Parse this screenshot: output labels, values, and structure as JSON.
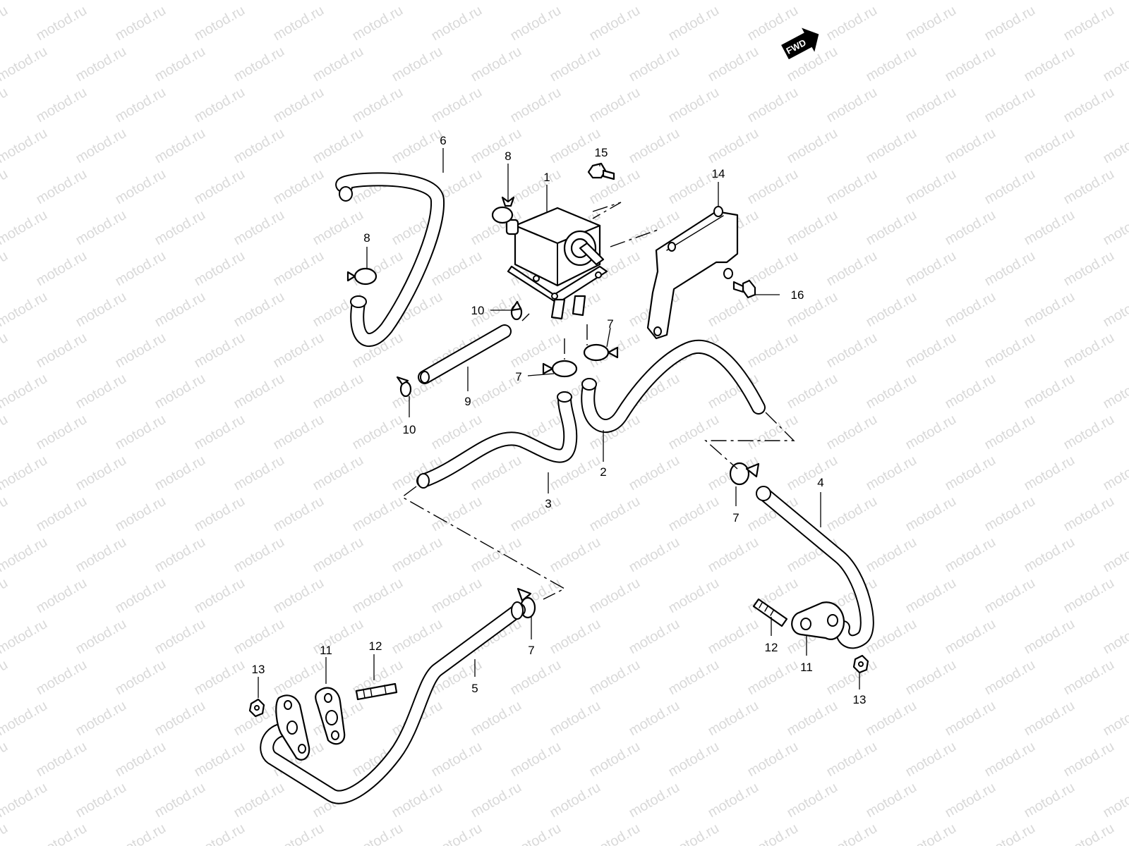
{
  "watermark": {
    "text": "motod.ru"
  },
  "direction_badge": {
    "label": "FWD"
  },
  "callouts": [
    {
      "id": "c1",
      "label": "1"
    },
    {
      "id": "c2",
      "label": "2"
    },
    {
      "id": "c3",
      "label": "3"
    },
    {
      "id": "c4",
      "label": "4"
    },
    {
      "id": "c5",
      "label": "5"
    },
    {
      "id": "c6",
      "label": "6"
    },
    {
      "id": "c7a",
      "label": "7"
    },
    {
      "id": "c7b",
      "label": "7"
    },
    {
      "id": "c7c",
      "label": "7"
    },
    {
      "id": "c7d",
      "label": "7"
    },
    {
      "id": "c8a",
      "label": "8"
    },
    {
      "id": "c8b",
      "label": "8"
    },
    {
      "id": "c9",
      "label": "9"
    },
    {
      "id": "c10a",
      "label": "10"
    },
    {
      "id": "c10b",
      "label": "10"
    },
    {
      "id": "c11a",
      "label": "11"
    },
    {
      "id": "c11b",
      "label": "11"
    },
    {
      "id": "c12a",
      "label": "12"
    },
    {
      "id": "c12b",
      "label": "12"
    },
    {
      "id": "c13a",
      "label": "13"
    },
    {
      "id": "c13b",
      "label": "13"
    },
    {
      "id": "c14",
      "label": "14"
    },
    {
      "id": "c15",
      "label": "15"
    },
    {
      "id": "c16",
      "label": "16"
    }
  ]
}
